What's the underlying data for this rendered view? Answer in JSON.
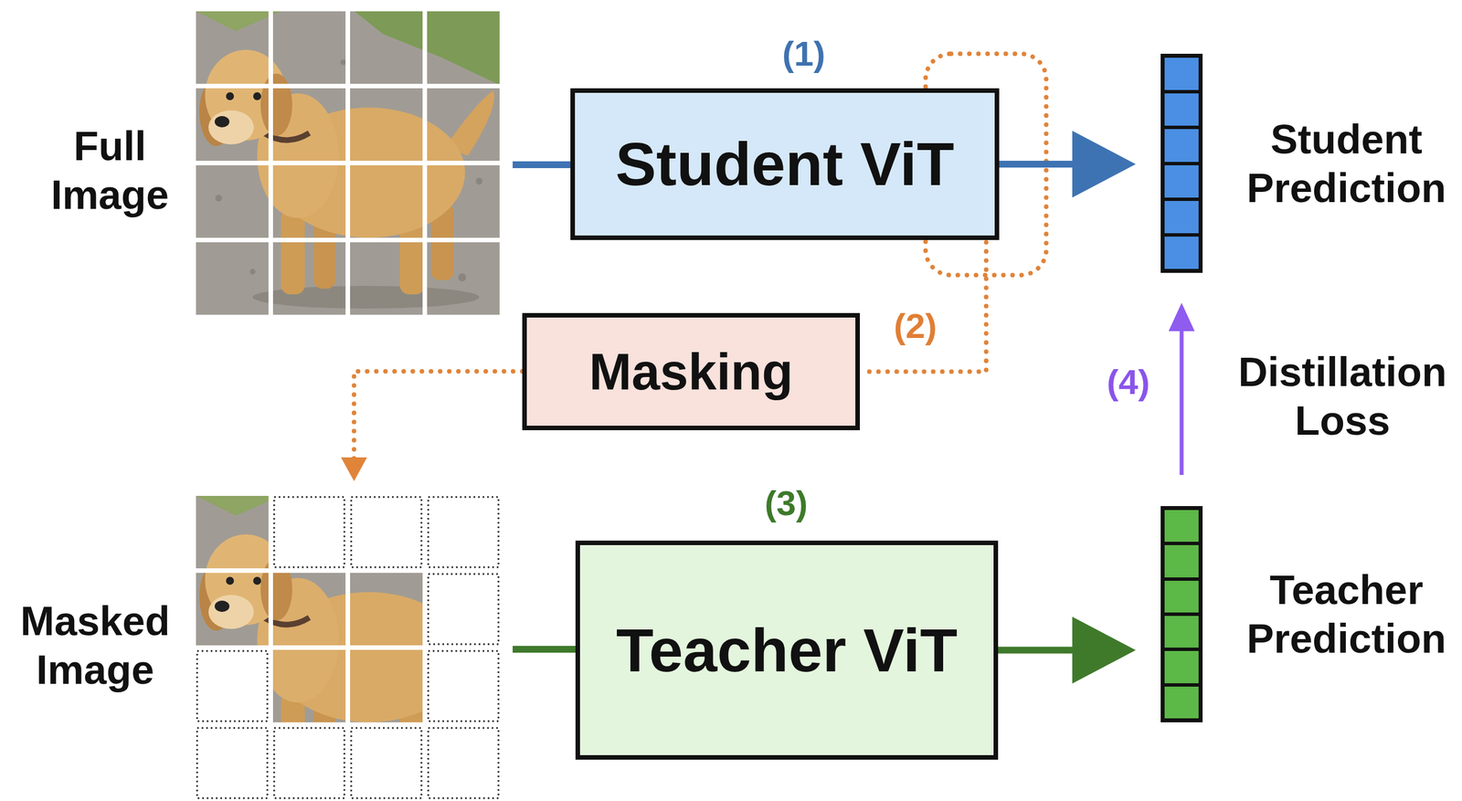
{
  "diagram": {
    "nodes": [
      {
        "text": [
          "Student ViT"
        ]
      },
      {
        "text": [
          "Student Prediction"
        ]
      },
      {
        "text": [
          "Masking"
        ]
      },
      {
        "text": [
          "Teacher ViT"
        ]
      },
      {
        "text": [
          "Teacher Prediction"
        ]
      }
    ],
    "edges": [
      {
        "from": 0,
        "to": 1,
        "arrow": "to"
      },
      {
        "from": 0,
        "to": 2,
        "arrow": "none"
      },
      {
        "from": 3,
        "to": 4,
        "arrow": "to"
      },
      {
        "from": 4,
        "to": 1,
        "arrow": "to",
        "label": "Distillation Loss"
      }
    ],
    "labels": [
      "Full Image",
      "(1)",
      "(2)",
      "Masked Image",
      "(3)",
      "(4)"
    ]
  }
}
